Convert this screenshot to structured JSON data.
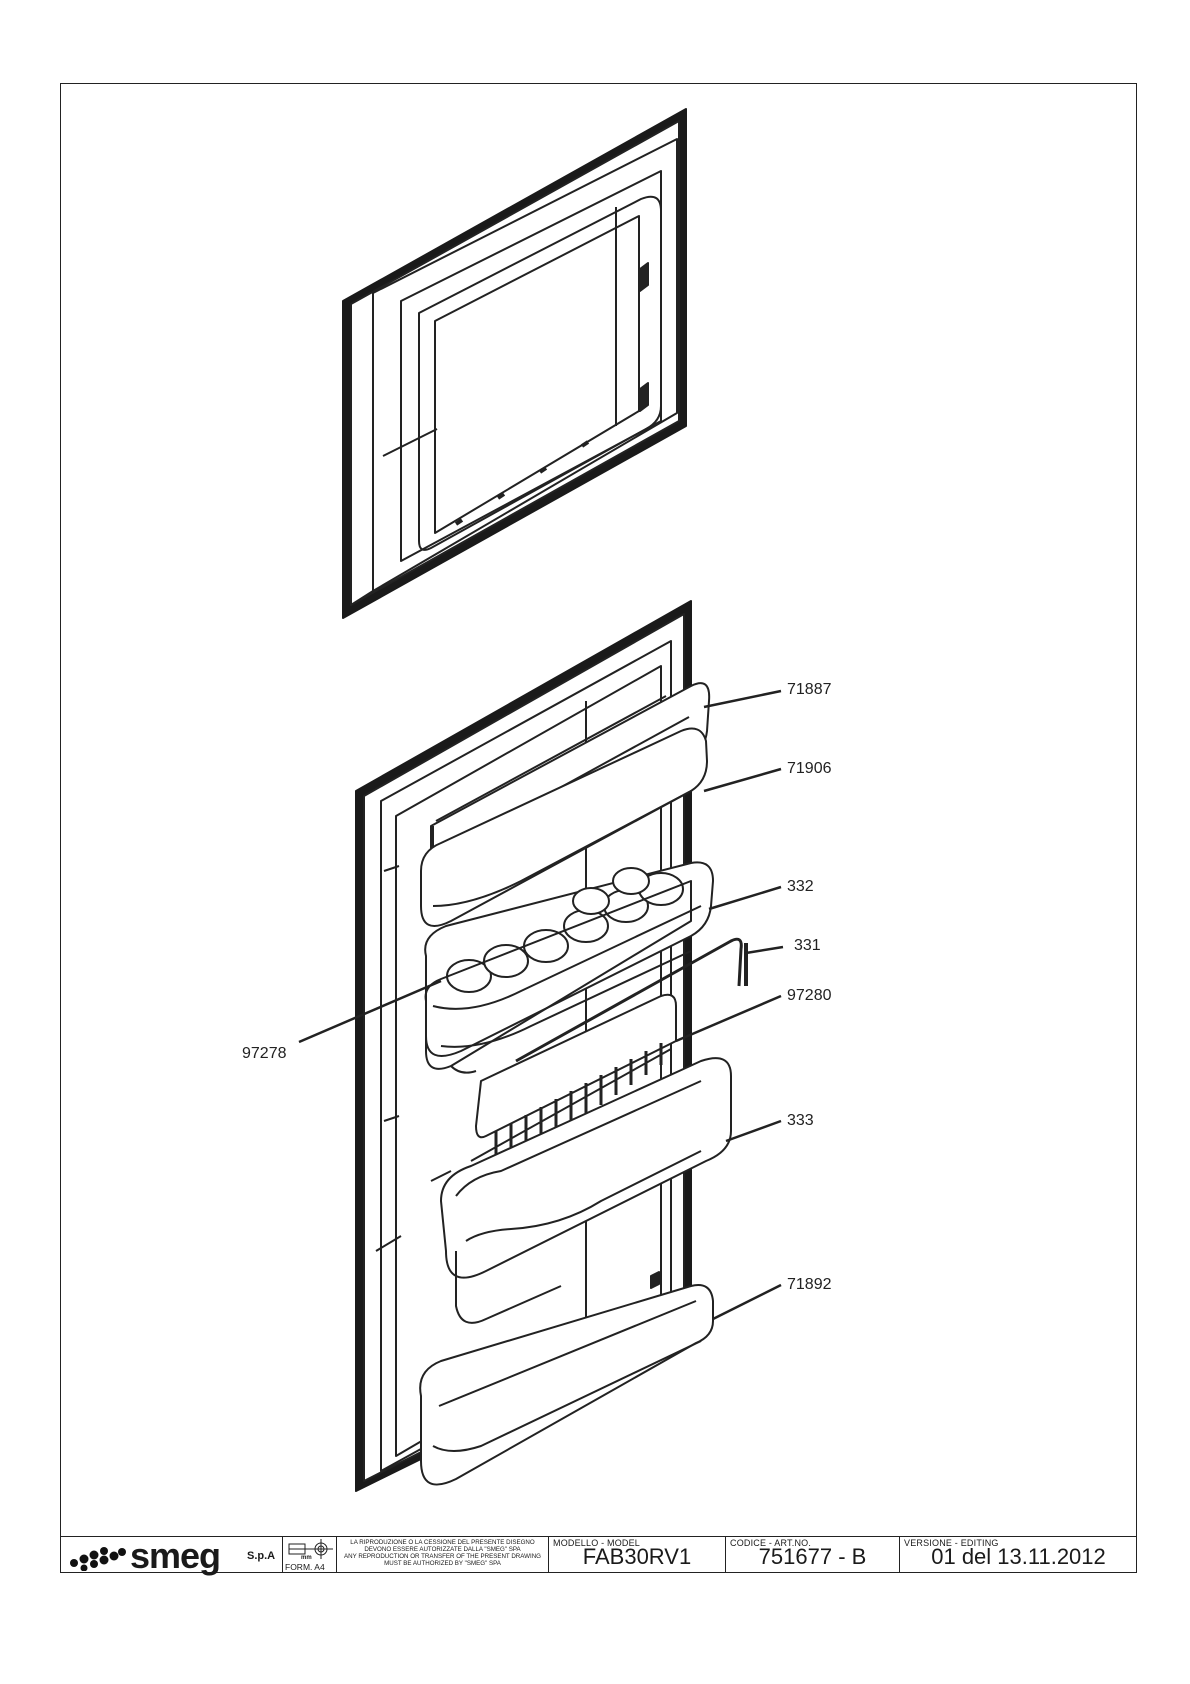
{
  "callouts": [
    {
      "id": "71887",
      "label": "71887"
    },
    {
      "id": "71906",
      "label": "71906"
    },
    {
      "id": "332",
      "label": "332"
    },
    {
      "id": "331",
      "label": "331"
    },
    {
      "id": "97280",
      "label": "97280"
    },
    {
      "id": "97278",
      "label": "97278"
    },
    {
      "id": "333",
      "label": "333"
    },
    {
      "id": "71892",
      "label": "71892"
    }
  ],
  "title_block": {
    "company": "smeg",
    "company_suffix": "S.p.A",
    "format": "FORM. A4",
    "unit_symbol": "mm",
    "notice_it": "LA RIPRODUZIONE O LA CESSIONE DEL PRESENTE DISEGNO DEVONO ESSERE AUTORIZZATE DALLA \"SMEG\" SPA",
    "notice_en": "ANY REPRODUCTION OR TRANSFER OF THE PRESENT DRAWING MUST BE AUTHORIZED BY \"SMEG\" SPA",
    "model_header": "MODELLO - MODEL",
    "model": "FAB30RV1",
    "code_header": "CODICE - ART.NO.",
    "code": "751677 - B",
    "version_header": "VERSIONE - EDITING",
    "version": "01 del 13.11.2012"
  }
}
